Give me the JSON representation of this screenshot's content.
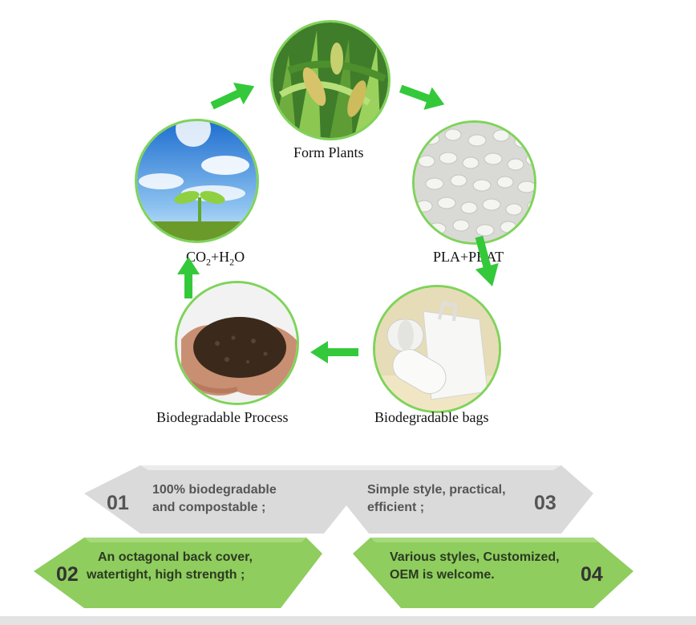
{
  "cycle": {
    "stage_plants": "Form Plants",
    "stage_pellets": "PLA+PBAT",
    "stage_bags": "Biodegradable bags",
    "stage_process": "Biodegradable Process",
    "stage_co2": {
      "co": "CO",
      "sub2": "2",
      "plus_h": "+H",
      "sub2b": "2",
      "o": "O"
    }
  },
  "features": [
    {
      "num": "01",
      "line1": "100% biodegradable",
      "line2": "and compostable ;"
    },
    {
      "num": "02",
      "line1": "An octagonal back cover,",
      "line2": "watertight, high strength ;"
    },
    {
      "num": "03",
      "line1": "Simple style, practical,",
      "line2": "efficient ;"
    },
    {
      "num": "04",
      "line1": "Various styles, Customized,",
      "line2": "OEM is welcome."
    }
  ],
  "colors": {
    "accent_green": "#7fd35a",
    "arrow_green": "#34c93a",
    "gray_banner": "#dcdcdc",
    "green_banner": "#8ccc5c"
  }
}
